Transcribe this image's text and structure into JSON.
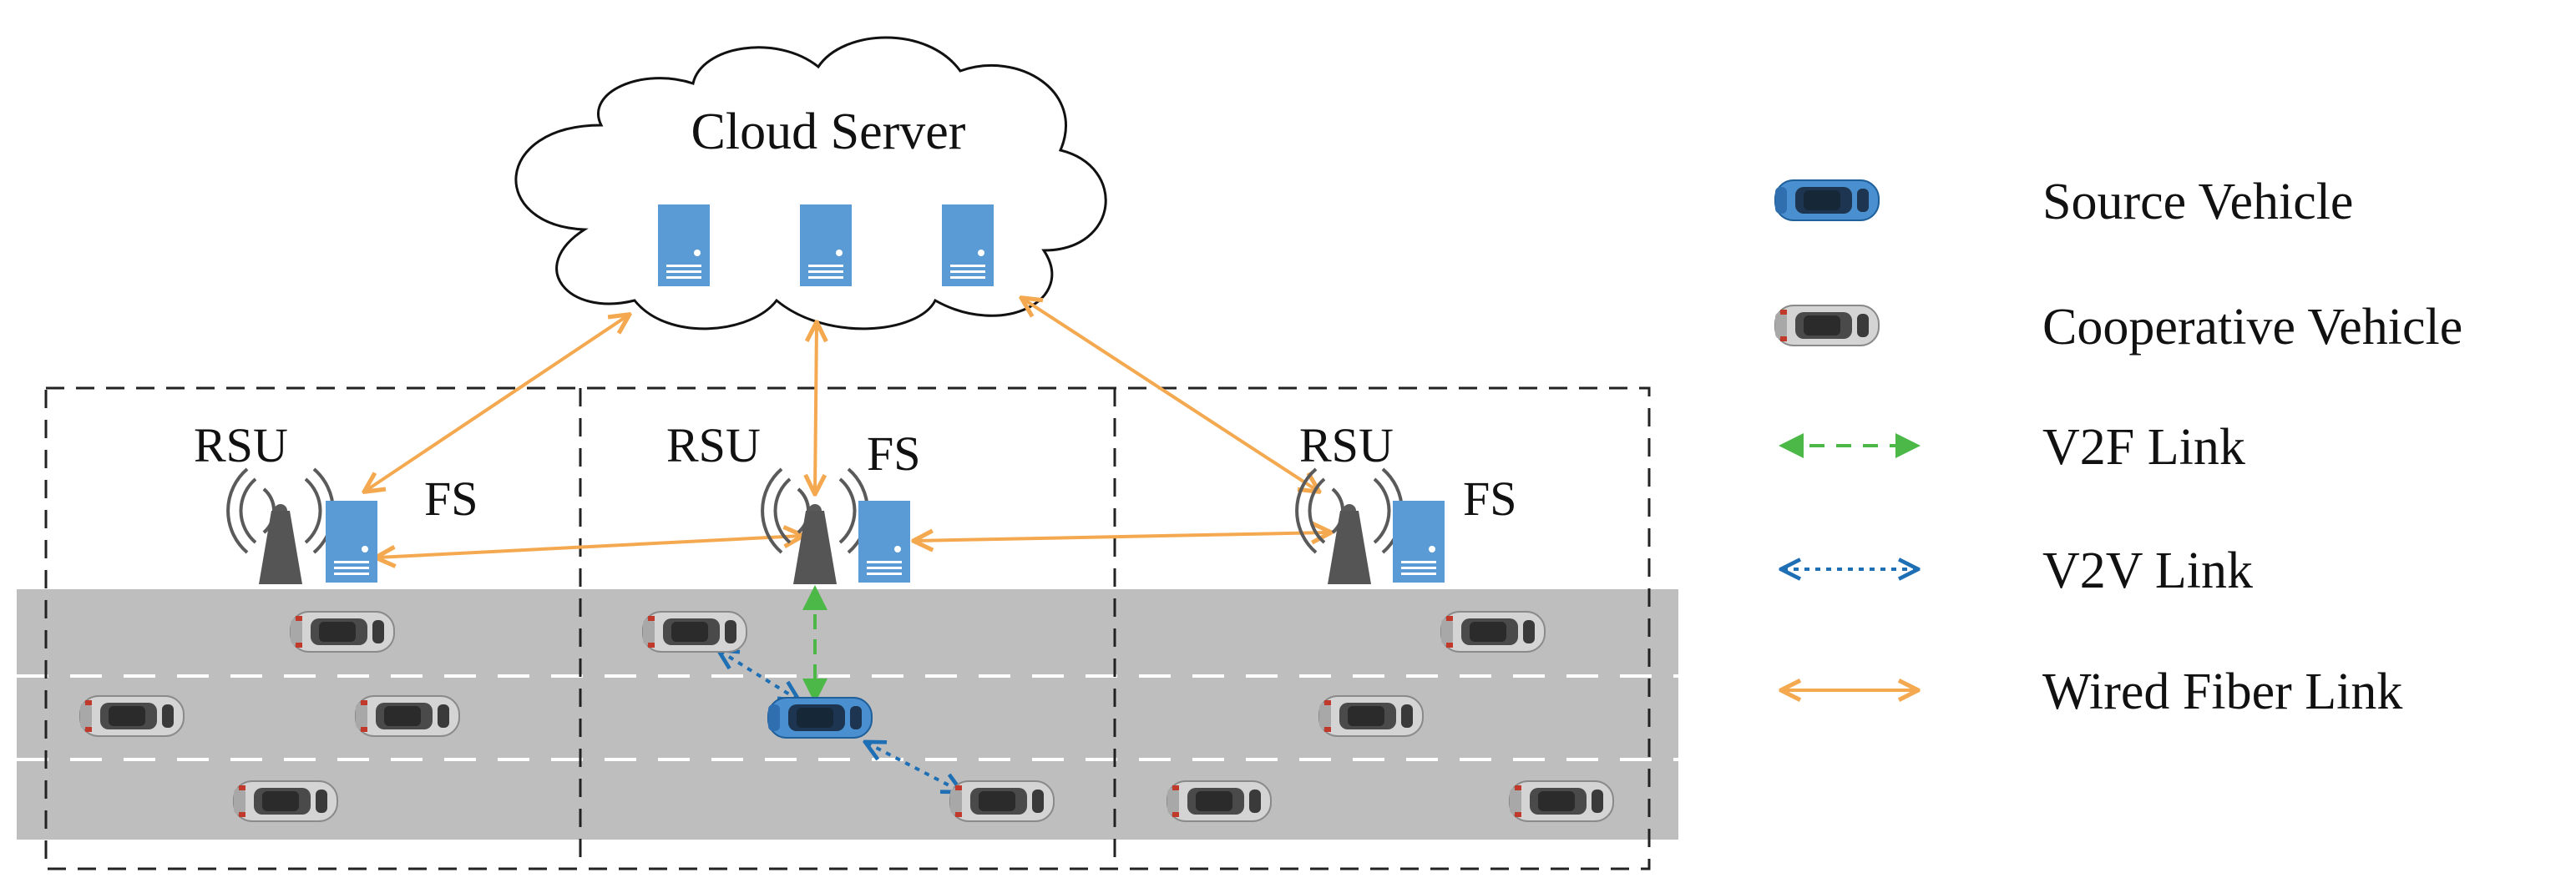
{
  "labels": {
    "cloud": "Cloud Server",
    "rsu": "RSU",
    "fs": "FS"
  },
  "legend": {
    "source_vehicle": "Source Vehicle",
    "cooperative_vehicle": "Cooperative Vehicle",
    "v2f_link": "V2F Link",
    "v2v_link": "V2V Link",
    "wired_link": "Wired Fiber Link"
  },
  "colors": {
    "wired": "#F4A950",
    "v2f": "#4CB848",
    "v2v": "#1F6FB5",
    "server": "#5B9BD5",
    "road": "#BEBEBE",
    "source_car": "#3C84C6",
    "coop_car": "#6A6A6A"
  },
  "icons": [
    "cloud-icon",
    "server-icon",
    "antenna-icon",
    "car-icon"
  ]
}
